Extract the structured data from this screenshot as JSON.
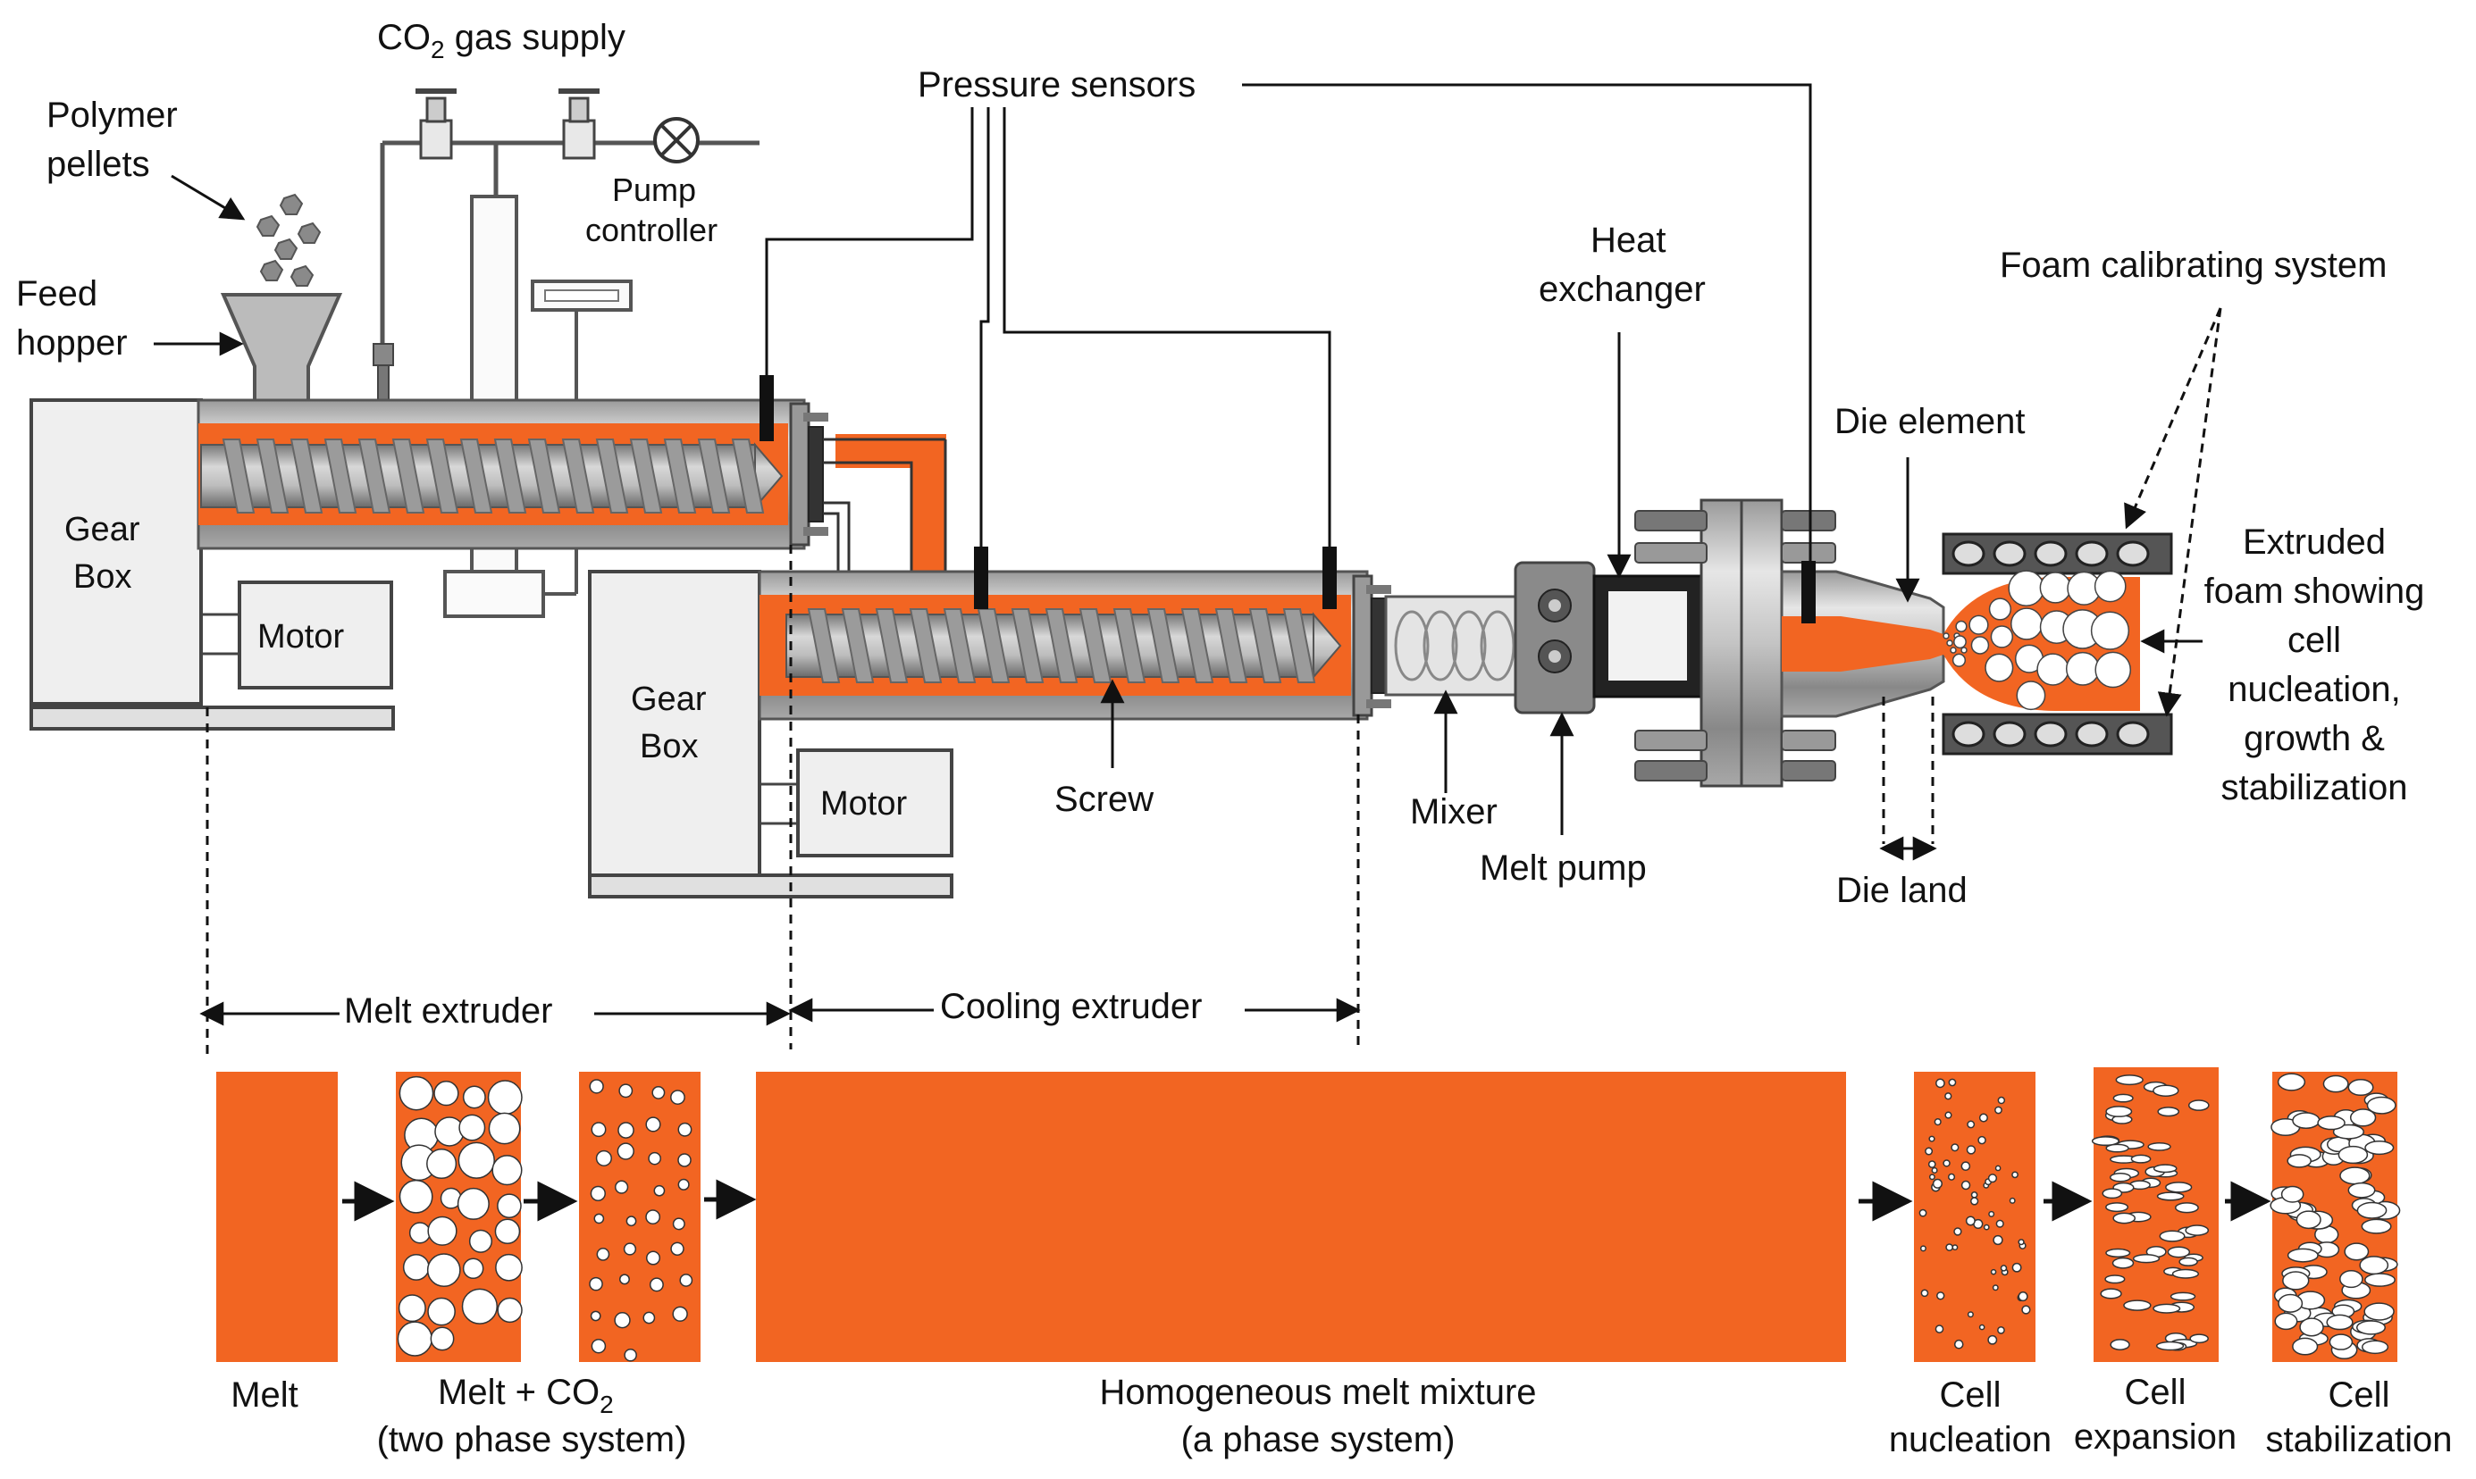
{
  "colors": {
    "melt": "#f26522",
    "steel": "#b8b8b8",
    "steel_dark": "#6e6e6e",
    "box_fill": "#efefef",
    "line": "#111111"
  },
  "labels": {
    "co2_supply_pre": "CO",
    "co2_supply_sub": "2",
    "co2_supply_post": " gas supply",
    "polymer_pellets_1": "Polymer",
    "polymer_pellets_2": "pellets",
    "feed_hopper_1": "Feed",
    "feed_hopper_2": "hopper",
    "pump_controller_1": "Pump",
    "pump_controller_2": "controller",
    "pressure_sensors": "Pressure sensors",
    "gear_box_1a": "Gear",
    "gear_box_1b": "Box",
    "motor_1": "Motor",
    "gear_box_2a": "Gear",
    "gear_box_2b": "Box",
    "motor_2": "Motor",
    "screw": "Screw",
    "mixer": "Mixer",
    "melt_pump": "Melt pump",
    "heat_exchanger_1": "Heat",
    "heat_exchanger_2": "exchanger",
    "die_element": "Die element",
    "die_land": "Die land",
    "foam_calibrating": "Foam calibrating system",
    "extruded_foam_1": "Extruded",
    "extruded_foam_2": "foam showing",
    "extruded_foam_3": "cell",
    "extruded_foam_4": "nucleation,",
    "extruded_foam_5": "growth &",
    "extruded_foam_6": "stabilization",
    "melt_extruder": "Melt extruder",
    "cooling_extruder": "Cooling extruder"
  },
  "stages": {
    "melt": "Melt",
    "melt_co2_pre": "Melt + CO",
    "melt_co2_sub": "2",
    "two_phase": "(two phase system)",
    "homog_1": "Homogeneous melt mixture",
    "homog_2": "(a phase system)",
    "cell_1": "Cell",
    "nucleation": "nucleation",
    "cell_2": "Cell",
    "expansion": "expansion",
    "cell_3": "Cell",
    "stabilization": "stabilization"
  }
}
